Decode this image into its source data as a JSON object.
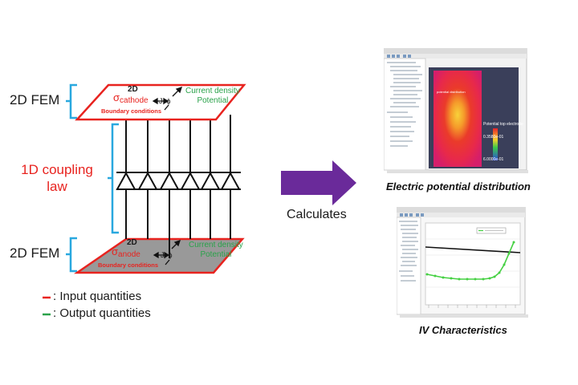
{
  "left": {
    "top_fem_label": "2D FEM",
    "bottom_fem_label": "2D FEM",
    "coupling_label_line1": "1D coupling",
    "coupling_label_line2": "law"
  },
  "top_plate": {
    "tag": "2D",
    "sigma": "σ",
    "sigma_sub": "cathode",
    "boundary": "Boundary conditions",
    "current_density": "Current density",
    "potential": "Potential",
    "j_phi": "J, ϕ"
  },
  "bottom_plate": {
    "tag": "2D",
    "sigma": "σ",
    "sigma_sub": "anode",
    "boundary": "Boundary conditions",
    "current_density": "Current density",
    "potential": "Potential",
    "j_phi": "J, ϕ"
  },
  "legend": {
    "input": ": Input quantities",
    "output": ": Output quantities"
  },
  "arrow_label": "Calculates",
  "results": {
    "top_caption": "Electric potential distribution",
    "bottom_caption": "IV Characteristics"
  },
  "colors": {
    "input": "#e8231f",
    "output": "#2aa24a",
    "bracket": "#29a8df",
    "arrow": "#6a2a9a"
  }
}
